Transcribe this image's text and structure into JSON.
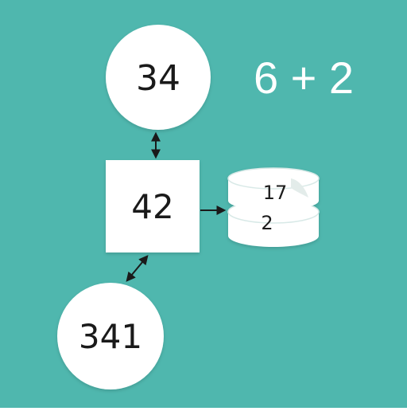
{
  "diagram": {
    "background_color": "#4fb7ae",
    "node_color": "#ffffff",
    "text_color": "#1a1a1a",
    "nodes": {
      "top_circle": {
        "label": "34"
      },
      "center_square": {
        "label": "42"
      },
      "bottom_circle": {
        "label": "341"
      },
      "split_disc": {
        "numerator": "17",
        "denominator": "2"
      }
    },
    "equation": "6 + 2"
  }
}
